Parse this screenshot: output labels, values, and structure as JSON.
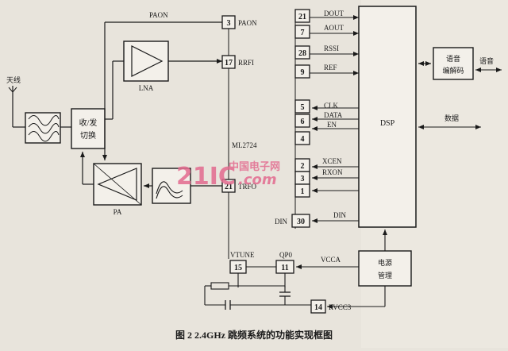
{
  "caption": "图 2   2.4GHz 跳频系统的功能实现框图",
  "chip_name": "ML2724",
  "blocks": {
    "antenna": "天线",
    "switch_line1": "收/发",
    "switch_line2": "切换",
    "lna": "LNA",
    "pa": "PA",
    "dsp": "DSP",
    "codec_line1": "语音",
    "codec_line2": "编解码",
    "power_line1": "电源",
    "power_line2": "管理"
  },
  "external_labels": {
    "voice": "语音",
    "data": "数据"
  },
  "pins": [
    {
      "num": "3",
      "label": "PAON"
    },
    {
      "num": "17",
      "label": "RRFI"
    },
    {
      "num": "21",
      "label": "TRFO"
    },
    {
      "num": "15",
      "label": "VTUNE"
    },
    {
      "num": "11",
      "label": "QP0"
    },
    {
      "num": "14",
      "label": "RVCC3"
    },
    {
      "num": "21",
      "label": "DOUT"
    },
    {
      "num": "7",
      "label": "AOUT"
    },
    {
      "num": "28",
      "label": "RSSI"
    },
    {
      "num": "9",
      "label": "REF"
    },
    {
      "num": "5",
      "label": "CLK"
    },
    {
      "num": "6",
      "label": "DATA"
    },
    {
      "num": "",
      "label": "EN"
    },
    {
      "num": "4",
      "label": ""
    },
    {
      "num": "2",
      "label": "XCEN"
    },
    {
      "num": "3",
      "label": "RXON"
    },
    {
      "num": "1",
      "label": ""
    },
    {
      "num": "30",
      "label": "DIN"
    }
  ],
  "signal_labels": {
    "paon_left": "PAON",
    "din_right": "DIN",
    "vcca": "VCCA"
  },
  "watermark": {
    "main": "21IC",
    "sub": "中国电子网",
    "dom": ".com"
  }
}
